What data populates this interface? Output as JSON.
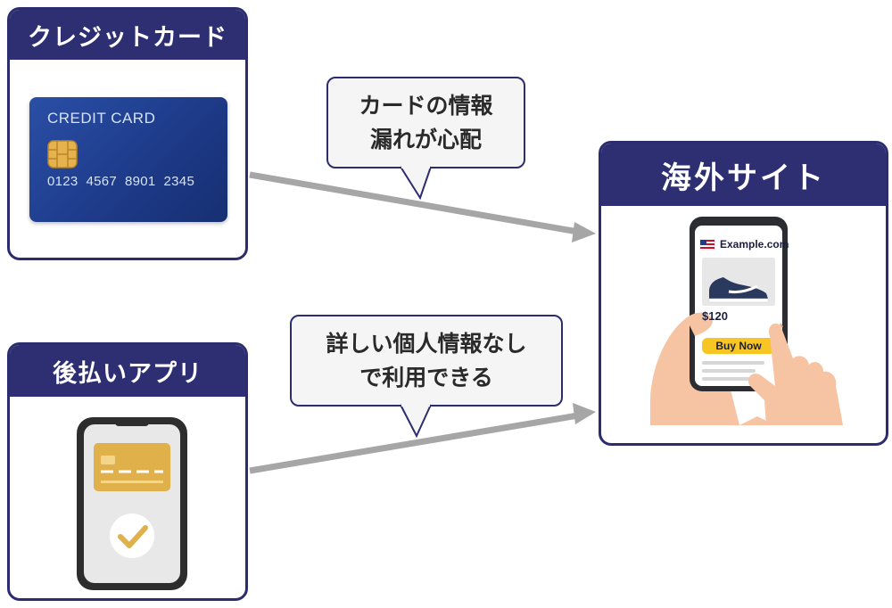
{
  "panels": {
    "credit_card": {
      "title": "クレジットカード",
      "card_label": "CREDIT CARD",
      "card_number": "0123  4567  8901  2345"
    },
    "bnpl": {
      "title": "後払いアプリ"
    },
    "overseas_site": {
      "title": "海外サイト",
      "site_url": "Example.com",
      "price": "$120",
      "buy_button": "Buy Now"
    }
  },
  "bubbles": {
    "top": {
      "line1": "カードの情報",
      "line2": "漏れが心配"
    },
    "bottom": {
      "line1": "詳しい個人情報なし",
      "line2": "で利用できる"
    }
  },
  "colors": {
    "navy": "#2d2f72",
    "card_blue": "#1f3f8f",
    "gold": "#e0b04a",
    "arrow_gray": "#a6a6a6",
    "buy_yellow": "#f7c625"
  }
}
